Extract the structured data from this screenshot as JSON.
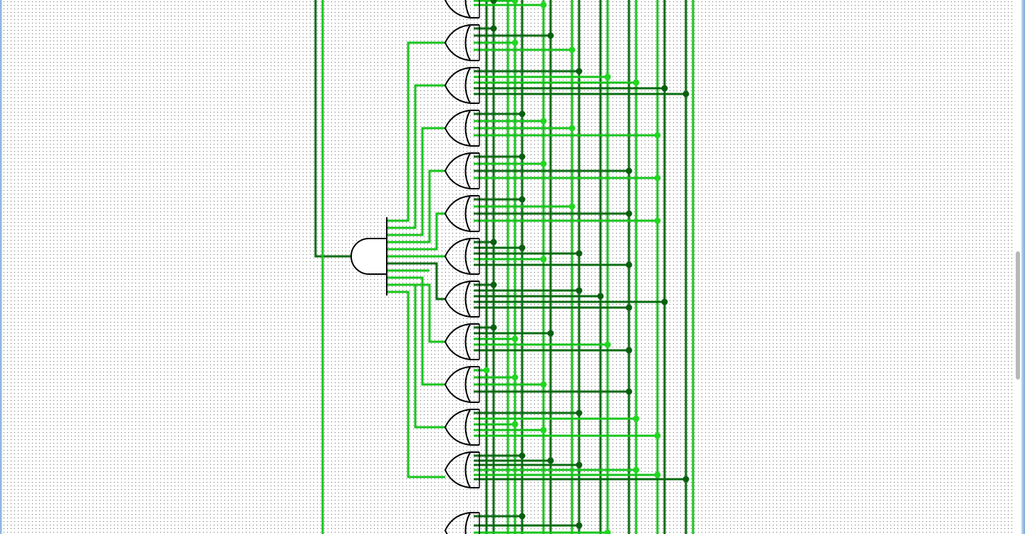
{
  "window": {
    "title": ""
  },
  "colors": {
    "wire_dark": "#0b6b12",
    "wire_light": "#16c41a",
    "junction_dark": "#0a6010",
    "junction_light": "#20d81f",
    "gate_outline": "#000000",
    "grid_dot": "#6c6c6c",
    "canvas_bg": "#ffffff"
  },
  "scroll": {
    "vertical_position": 0.62,
    "visible_fraction": 0.24
  },
  "circuit": {
    "and_gate": {
      "name": "and-gate",
      "inputs": 12
    },
    "or_gates": {
      "count": 13
    },
    "bus_lines": {
      "count": 14
    }
  },
  "icons": {
    "and_gate": "and-gate-icon",
    "or_gate": "or-gate-icon",
    "junction": "wire-junction-icon"
  }
}
